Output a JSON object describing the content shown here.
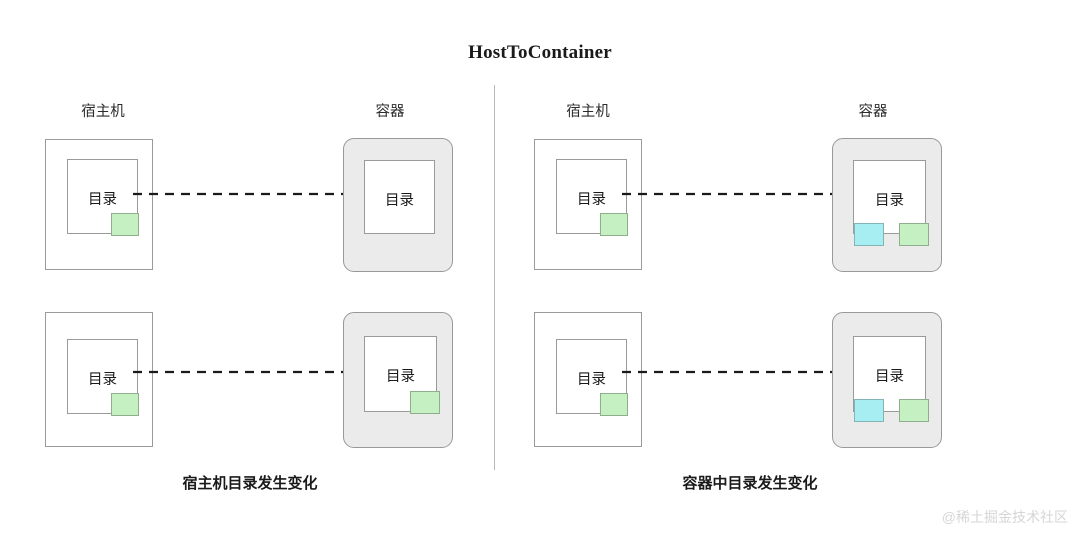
{
  "title": "HostToContainer",
  "watermark": "@稀土掘金技术社区",
  "labels": {
    "host": "宿主机",
    "container": "容器",
    "directory": "目录"
  },
  "panels": [
    {
      "id": "top-left",
      "caption": "",
      "host_label": "宿主机",
      "container_label": "容器",
      "host": {
        "dir_label": "目录",
        "chips": [
          {
            "color": "green",
            "position": "bottom-right"
          }
        ]
      },
      "container": {
        "dir_label": "目录",
        "chips": []
      }
    },
    {
      "id": "top-right",
      "caption": "",
      "host_label": "宿主机",
      "container_label": "容器",
      "host": {
        "dir_label": "目录",
        "chips": [
          {
            "color": "green",
            "position": "bottom-right"
          }
        ]
      },
      "container": {
        "dir_label": "目录",
        "chips": [
          {
            "color": "cyan",
            "position": "bottom-left"
          },
          {
            "color": "green",
            "position": "bottom-right"
          }
        ]
      }
    },
    {
      "id": "bottom-left",
      "caption": "宿主机目录发生变化",
      "host": {
        "dir_label": "目录",
        "chips": [
          {
            "color": "green",
            "position": "bottom-right"
          }
        ]
      },
      "container": {
        "dir_label": "目录",
        "chips": [
          {
            "color": "green",
            "position": "bottom-right"
          }
        ]
      }
    },
    {
      "id": "bottom-right",
      "caption": "容器中目录发生变化",
      "host": {
        "dir_label": "目录",
        "chips": [
          {
            "color": "green",
            "position": "bottom-right"
          }
        ]
      },
      "container": {
        "dir_label": "目录",
        "chips": [
          {
            "color": "cyan",
            "position": "bottom-left"
          },
          {
            "color": "green",
            "position": "bottom-right"
          }
        ]
      }
    }
  ],
  "colors": {
    "green": "#c5f0c2",
    "cyan": "#a7eef3",
    "container_fill": "#ebebeb",
    "stroke": "#9a9a9a",
    "divider": "#b8b8b8",
    "watermark": "#d6d6d6"
  }
}
